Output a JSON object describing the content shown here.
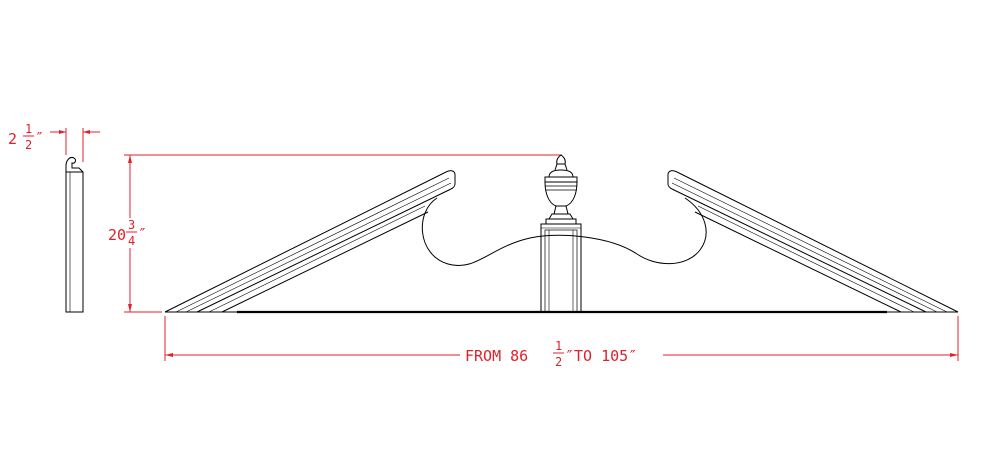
{
  "colors": {
    "dimension": "#e0202a",
    "linework": "#000000",
    "background": "#ffffff"
  },
  "dimensions": {
    "depth": {
      "whole": "2",
      "num": "1",
      "den": "2",
      "unit": "″"
    },
    "height": {
      "whole": "20",
      "num": "3",
      "den": "4",
      "unit": "″"
    },
    "width": {
      "prefix": "FROM 86",
      "num": "1",
      "den": "2",
      "middle": "″TO 105″"
    }
  }
}
